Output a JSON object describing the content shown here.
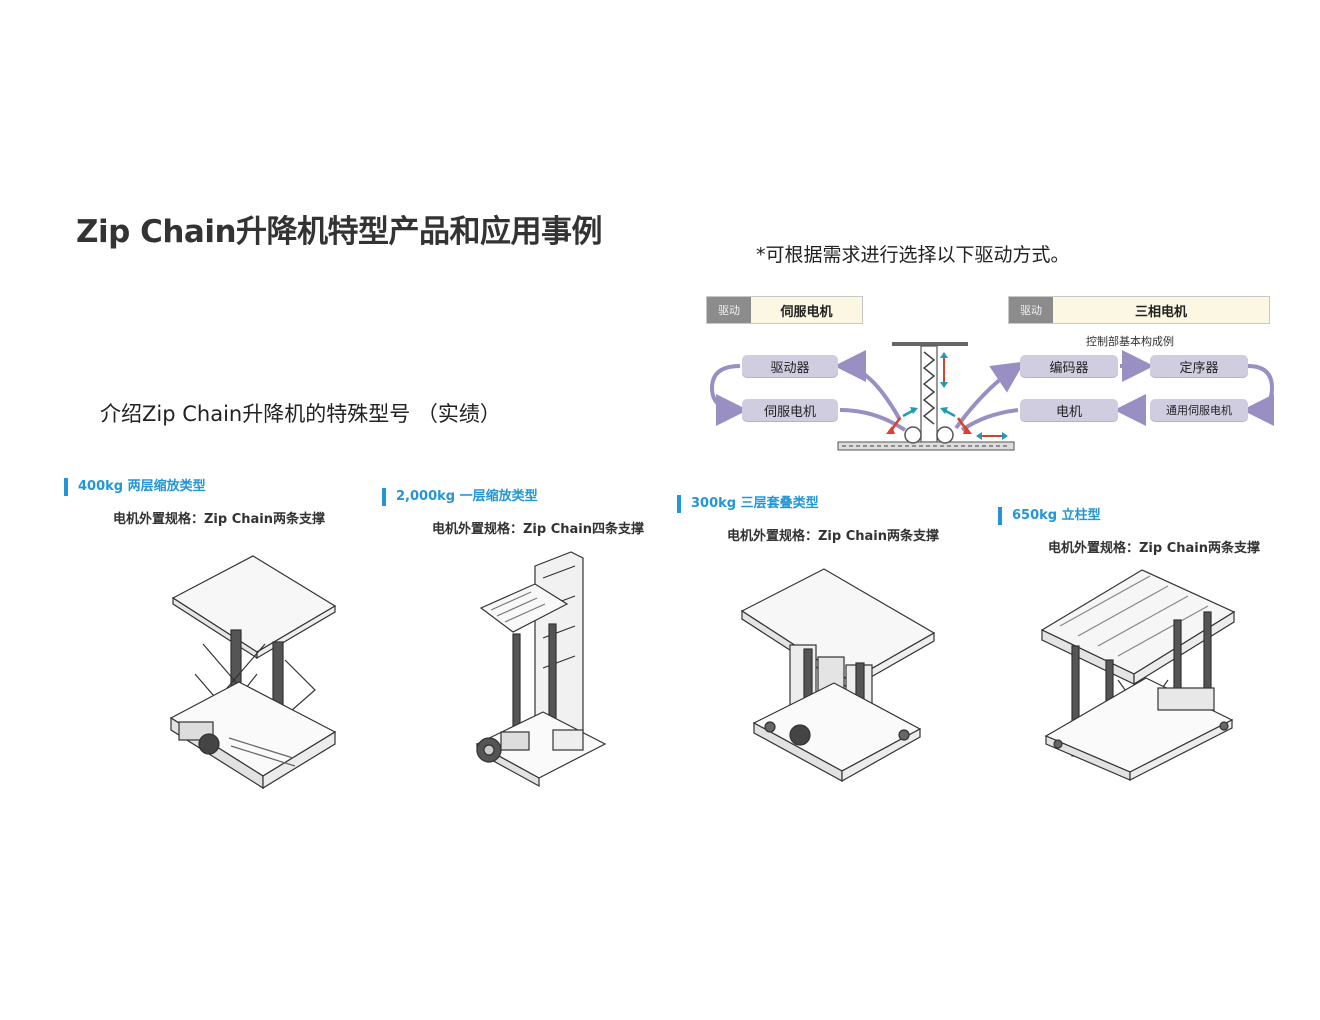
{
  "title": "Zip Chain升降机特型产品和应用事例",
  "note": "*可根据需求进行选择以下驱动方式。",
  "intro": "介绍Zip Chain升降机的特殊型号 （实绩）",
  "drives": {
    "left": {
      "tag": "驱动",
      "value": "伺服电机",
      "blocks": [
        "驱动器",
        "伺服电机"
      ]
    },
    "right": {
      "tag": "驱动",
      "value": "三相电机",
      "caption": "控制部基本构成例",
      "blocks": [
        "编码器",
        "定序器",
        "电机",
        "通用伺服电机"
      ]
    }
  },
  "products": [
    {
      "title": "400kg 两层缩放类型",
      "spec": "电机外置规格：Zip Chain两条支撑"
    },
    {
      "title": "2,000kg 一层缩放类型",
      "spec": "电机外置规格：Zip Chain四条支撑"
    },
    {
      "title": "300kg 三层套叠类型",
      "spec": "电机外置规格：Zip Chain两条支撑"
    },
    {
      "title": "650kg 立柱型",
      "spec": "电机外置规格：Zip Chain两条支撑"
    }
  ],
  "colors": {
    "accent_blue": "#2296d6",
    "block_fill": "#d1cde1",
    "flow_line": "#9a8fc2",
    "arrow_red": "#d9412e",
    "arrow_teal": "#1f9bb5"
  }
}
